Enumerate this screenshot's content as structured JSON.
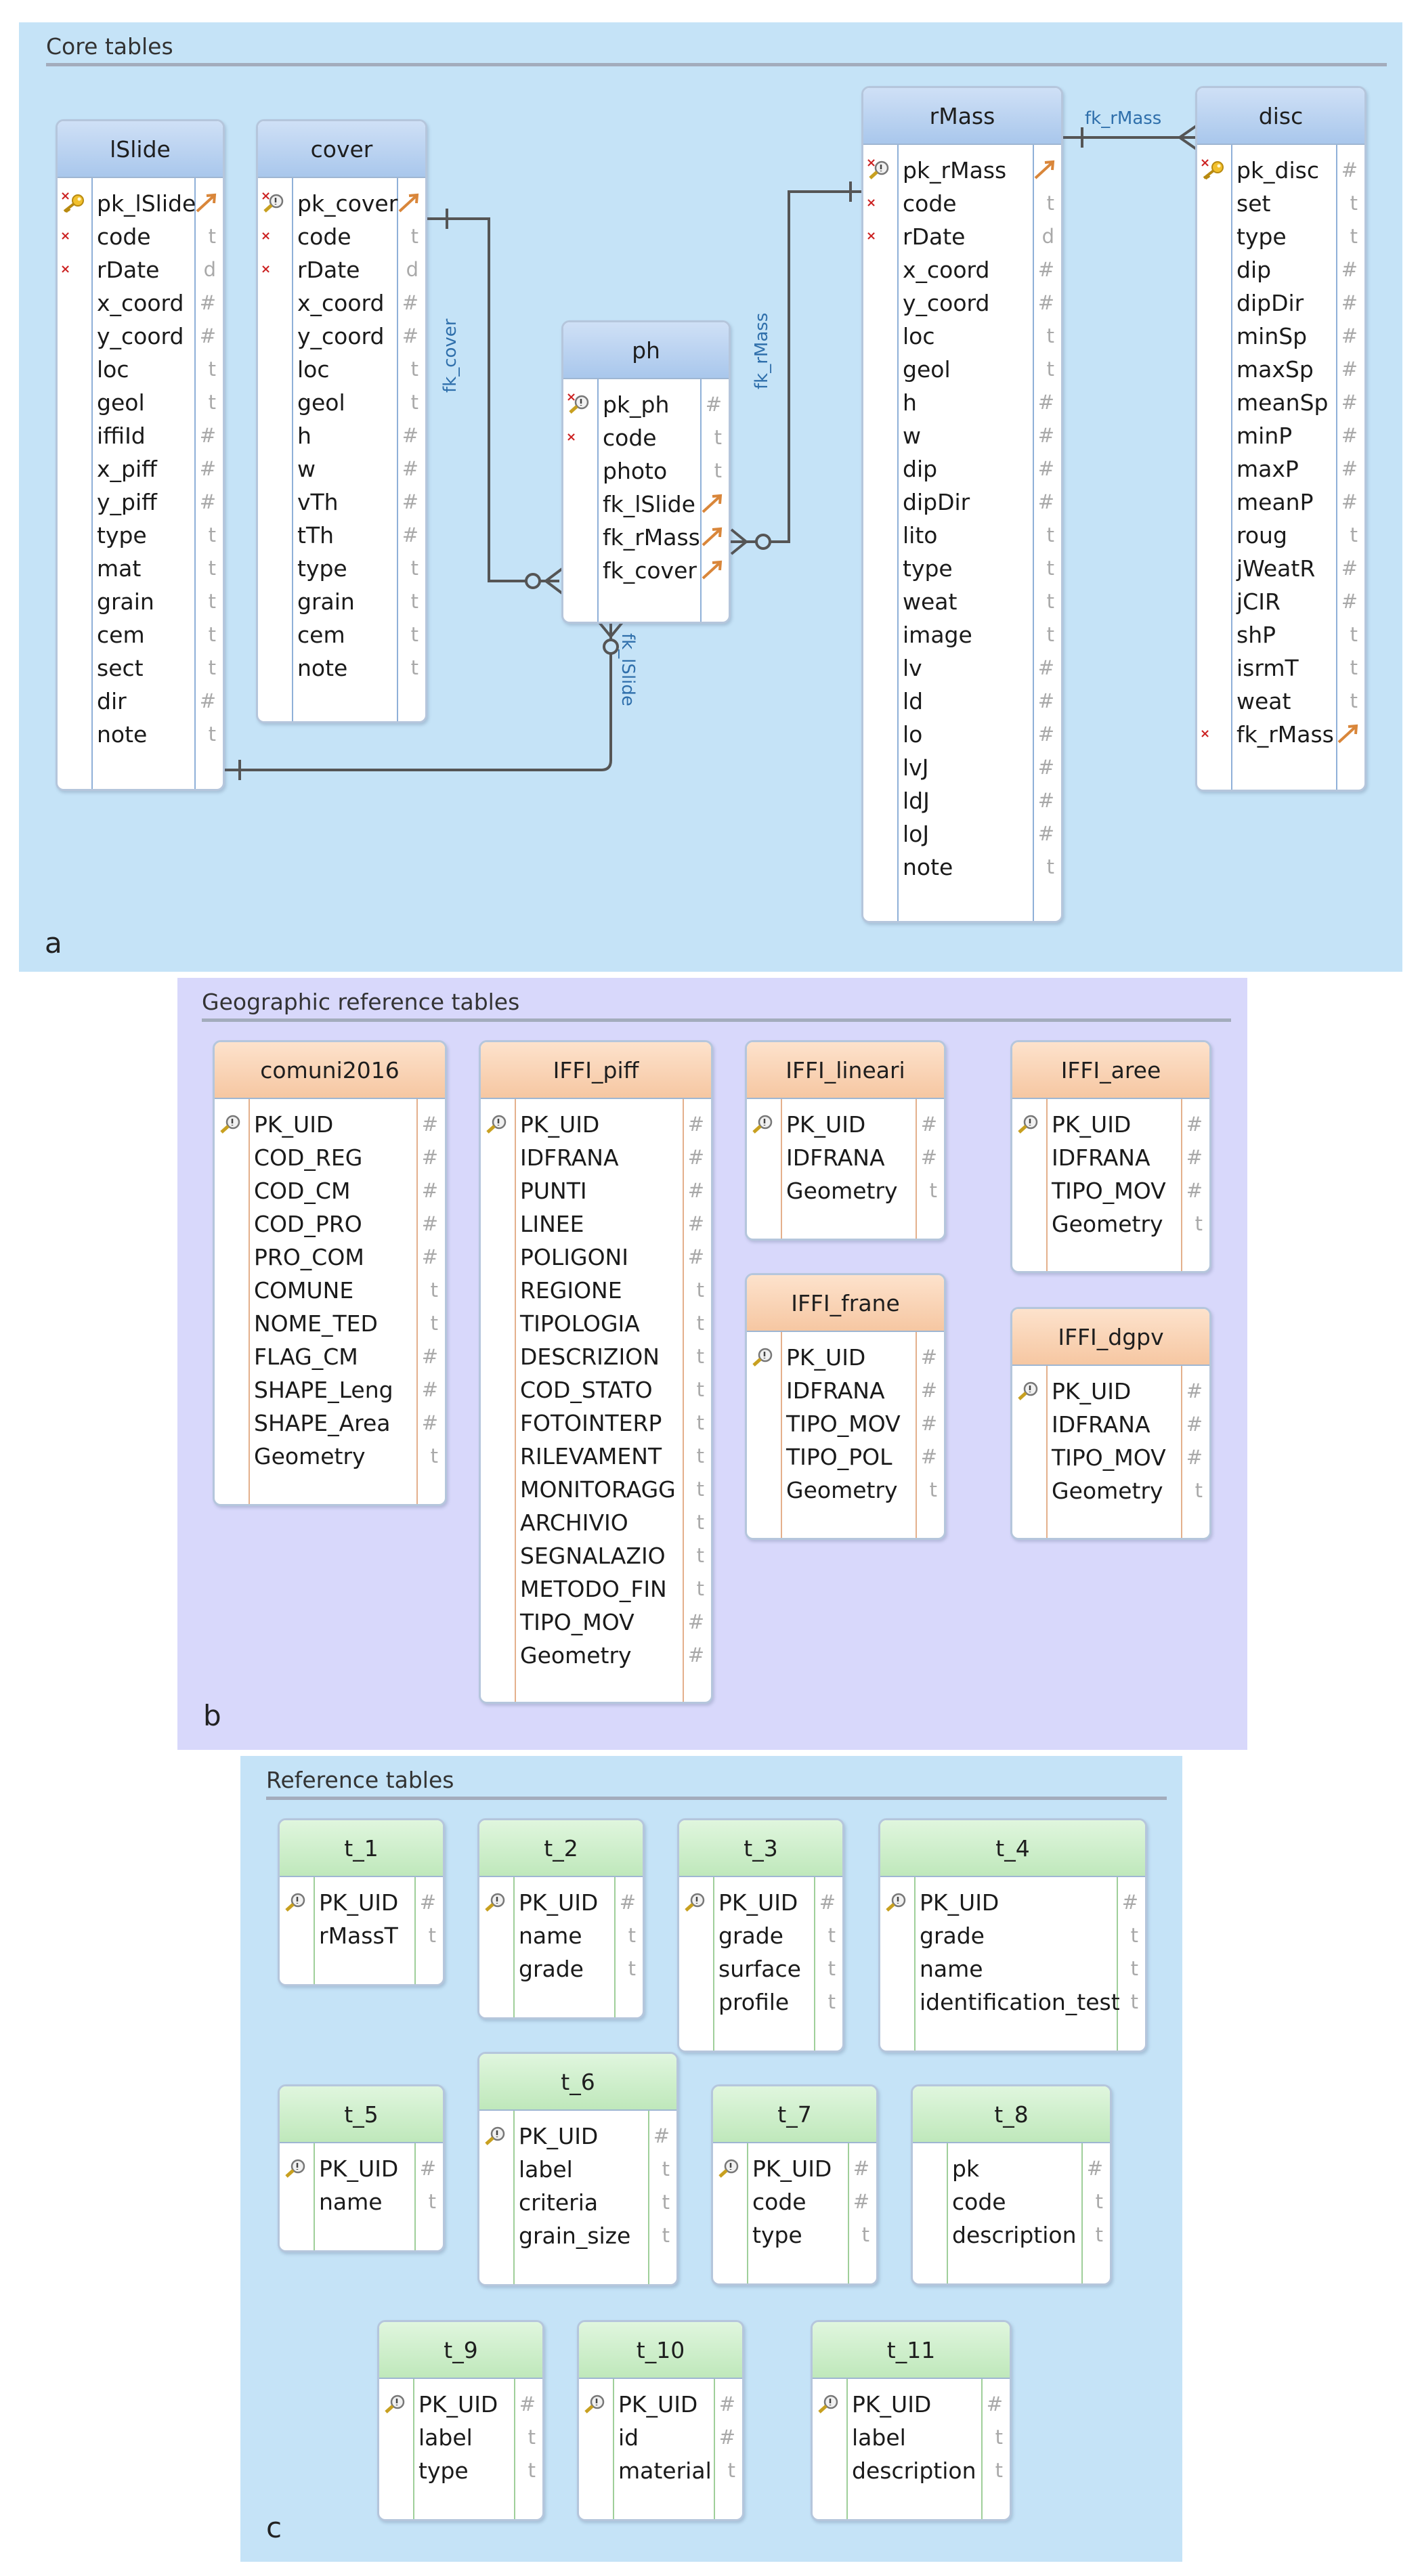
{
  "colors": {
    "panel_core": "#c5e3f7",
    "panel_geo": "#d8d8fb",
    "panel_ref": "#c5e3f7",
    "line": "#555555",
    "label": "#2f6fab"
  },
  "panels": {
    "a": {
      "title": "Core tables",
      "letter": "a"
    },
    "b": {
      "title": "Geographic reference tables",
      "letter": "b"
    },
    "c": {
      "title": "Reference tables",
      "letter": "c"
    }
  },
  "tables": {
    "lslide": {
      "name": "lSlide",
      "fields": [
        {
          "n": "pk_lSlide",
          "t": "",
          "pk": "key",
          "nn": true,
          "fk": true
        },
        {
          "n": "code",
          "t": "t",
          "nn": true
        },
        {
          "n": "rDate",
          "t": "d",
          "nn": true
        },
        {
          "n": "x_coord",
          "t": "#"
        },
        {
          "n": "y_coord",
          "t": "#"
        },
        {
          "n": "loc",
          "t": "t"
        },
        {
          "n": "geol",
          "t": "t"
        },
        {
          "n": "iffiId",
          "t": "#"
        },
        {
          "n": "x_piff",
          "t": "#"
        },
        {
          "n": "y_piff",
          "t": "#"
        },
        {
          "n": "type",
          "t": "t"
        },
        {
          "n": "mat",
          "t": "t"
        },
        {
          "n": "grain",
          "t": "t"
        },
        {
          "n": "cem",
          "t": "t"
        },
        {
          "n": "sect",
          "t": "t"
        },
        {
          "n": "dir",
          "t": "#"
        },
        {
          "n": "note",
          "t": "t"
        }
      ]
    },
    "cover": {
      "name": "cover",
      "fields": [
        {
          "n": "pk_cover",
          "t": "",
          "pk": "lens",
          "nn": true,
          "fk": true
        },
        {
          "n": "code",
          "t": "t",
          "nn": true
        },
        {
          "n": "rDate",
          "t": "d",
          "nn": true
        },
        {
          "n": "x_coord",
          "t": "#"
        },
        {
          "n": "y_coord",
          "t": "#"
        },
        {
          "n": "loc",
          "t": "t"
        },
        {
          "n": "geol",
          "t": "t"
        },
        {
          "n": "h",
          "t": "#"
        },
        {
          "n": "w",
          "t": "#"
        },
        {
          "n": "vTh",
          "t": "#"
        },
        {
          "n": "tTh",
          "t": "#"
        },
        {
          "n": "type",
          "t": "t"
        },
        {
          "n": "grain",
          "t": "t"
        },
        {
          "n": "cem",
          "t": "t"
        },
        {
          "n": "note",
          "t": "t"
        }
      ]
    },
    "ph": {
      "name": "ph",
      "fields": [
        {
          "n": "pk_ph",
          "t": "#",
          "pk": "lens",
          "nn": true
        },
        {
          "n": "code",
          "t": "t",
          "nn": true
        },
        {
          "n": "photo",
          "t": "t"
        },
        {
          "n": "fk_lSlide",
          "t": "",
          "fk": true
        },
        {
          "n": "fk_rMass",
          "t": "",
          "fk": true
        },
        {
          "n": "fk_cover",
          "t": "",
          "fk": true
        }
      ]
    },
    "rmass": {
      "name": "rMass",
      "fields": [
        {
          "n": "pk_rMass",
          "t": "",
          "pk": "lens",
          "nn": true,
          "fk": true
        },
        {
          "n": "code",
          "t": "t",
          "nn": true
        },
        {
          "n": "rDate",
          "t": "d",
          "nn": true
        },
        {
          "n": "x_coord",
          "t": "#"
        },
        {
          "n": "y_coord",
          "t": "#"
        },
        {
          "n": "loc",
          "t": "t"
        },
        {
          "n": "geol",
          "t": "t"
        },
        {
          "n": "h",
          "t": "#"
        },
        {
          "n": "w",
          "t": "#"
        },
        {
          "n": "dip",
          "t": "#"
        },
        {
          "n": "dipDir",
          "t": "#"
        },
        {
          "n": "lito",
          "t": "t"
        },
        {
          "n": "type",
          "t": "t"
        },
        {
          "n": "weat",
          "t": "t"
        },
        {
          "n": "image",
          "t": "t"
        },
        {
          "n": "lv",
          "t": "#"
        },
        {
          "n": "ld",
          "t": "#"
        },
        {
          "n": "lo",
          "t": "#"
        },
        {
          "n": "lvJ",
          "t": "#"
        },
        {
          "n": "ldJ",
          "t": "#"
        },
        {
          "n": "loJ",
          "t": "#"
        },
        {
          "n": "note",
          "t": "t"
        }
      ]
    },
    "disc": {
      "name": "disc",
      "fields": [
        {
          "n": "pk_disc",
          "t": "#",
          "pk": "key",
          "nn": true
        },
        {
          "n": "set",
          "t": "t"
        },
        {
          "n": "type",
          "t": "t"
        },
        {
          "n": "dip",
          "t": "#"
        },
        {
          "n": "dipDir",
          "t": "#"
        },
        {
          "n": "minSp",
          "t": "#"
        },
        {
          "n": "maxSp",
          "t": "#"
        },
        {
          "n": "meanSp",
          "t": "#"
        },
        {
          "n": "minP",
          "t": "#"
        },
        {
          "n": "maxP",
          "t": "#"
        },
        {
          "n": "meanP",
          "t": "#"
        },
        {
          "n": "roug",
          "t": "t"
        },
        {
          "n": "jWeatR",
          "t": "#"
        },
        {
          "n": "jCIR",
          "t": "#"
        },
        {
          "n": "shP",
          "t": "t"
        },
        {
          "n": "isrmT",
          "t": "t"
        },
        {
          "n": "weat",
          "t": "t"
        },
        {
          "n": "fk_rMass",
          "t": "",
          "fk": true,
          "nn": true
        }
      ]
    },
    "comuni2016": {
      "name": "comuni2016",
      "fields": [
        {
          "n": "PK_UID",
          "t": "#",
          "pk": "lens"
        },
        {
          "n": "COD_REG",
          "t": "#"
        },
        {
          "n": "COD_CM",
          "t": "#"
        },
        {
          "n": "COD_PRO",
          "t": "#"
        },
        {
          "n": "PRO_COM",
          "t": "#"
        },
        {
          "n": "COMUNE",
          "t": "t"
        },
        {
          "n": "NOME_TED",
          "t": "t"
        },
        {
          "n": "FLAG_CM",
          "t": "#"
        },
        {
          "n": "SHAPE_Leng",
          "t": "#"
        },
        {
          "n": "SHAPE_Area",
          "t": "#"
        },
        {
          "n": "Geometry",
          "t": "t"
        }
      ]
    },
    "iffi_piff": {
      "name": "IFFI_piff",
      "fields": [
        {
          "n": "PK_UID",
          "t": "#",
          "pk": "lens"
        },
        {
          "n": "IDFRANA",
          "t": "#"
        },
        {
          "n": "PUNTI",
          "t": "#"
        },
        {
          "n": "LINEE",
          "t": "#"
        },
        {
          "n": "POLIGONI",
          "t": "#"
        },
        {
          "n": "REGIONE",
          "t": "t"
        },
        {
          "n": "TIPOLOGIA",
          "t": "t"
        },
        {
          "n": "DESCRIZION",
          "t": "t"
        },
        {
          "n": "COD_STATO",
          "t": "t"
        },
        {
          "n": "FOTOINTERP",
          "t": "t"
        },
        {
          "n": "RILEVAMENT",
          "t": "t"
        },
        {
          "n": "MONITORAGG",
          "t": "t"
        },
        {
          "n": "ARCHIVIO",
          "t": "t"
        },
        {
          "n": "SEGNALAZIO",
          "t": "t"
        },
        {
          "n": "METODO_FIN",
          "t": "t"
        },
        {
          "n": "TIPO_MOV",
          "t": "#"
        },
        {
          "n": "Geometry",
          "t": "#"
        }
      ]
    },
    "iffi_lineari": {
      "name": "IFFI_lineari",
      "fields": [
        {
          "n": "PK_UID",
          "t": "#",
          "pk": "lens"
        },
        {
          "n": "IDFRANA",
          "t": "#"
        },
        {
          "n": "Geometry",
          "t": "t"
        }
      ]
    },
    "iffi_frane": {
      "name": "IFFI_frane",
      "fields": [
        {
          "n": "PK_UID",
          "t": "#",
          "pk": "lens"
        },
        {
          "n": "IDFRANA",
          "t": "#"
        },
        {
          "n": "TIPO_MOV",
          "t": "#"
        },
        {
          "n": "TIPO_POL",
          "t": "#"
        },
        {
          "n": "Geometry",
          "t": "t"
        }
      ]
    },
    "iffi_aree": {
      "name": "IFFI_aree",
      "fields": [
        {
          "n": "PK_UID",
          "t": "#",
          "pk": "lens"
        },
        {
          "n": "IDFRANA",
          "t": "#"
        },
        {
          "n": "TIPO_MOV",
          "t": "#"
        },
        {
          "n": "Geometry",
          "t": "t"
        }
      ]
    },
    "iffi_dgpv": {
      "name": "IFFI_dgpv",
      "fields": [
        {
          "n": "PK_UID",
          "t": "#",
          "pk": "lens"
        },
        {
          "n": "IDFRANA",
          "t": "#"
        },
        {
          "n": "TIPO_MOV",
          "t": "#"
        },
        {
          "n": "Geometry",
          "t": "t"
        }
      ]
    },
    "t1": {
      "name": "t_1",
      "fields": [
        {
          "n": "PK_UID",
          "t": "#",
          "pk": "lens"
        },
        {
          "n": "rMassT",
          "t": "t"
        }
      ]
    },
    "t2": {
      "name": "t_2",
      "fields": [
        {
          "n": "PK_UID",
          "t": "#",
          "pk": "lens"
        },
        {
          "n": "name",
          "t": "t"
        },
        {
          "n": "grade",
          "t": "t"
        }
      ]
    },
    "t3": {
      "name": "t_3",
      "fields": [
        {
          "n": "PK_UID",
          "t": "#",
          "pk": "lens"
        },
        {
          "n": "grade",
          "t": "t"
        },
        {
          "n": "surface",
          "t": "t"
        },
        {
          "n": "profile",
          "t": "t"
        }
      ]
    },
    "t4": {
      "name": "t_4",
      "fields": [
        {
          "n": "PK_UID",
          "t": "#",
          "pk": "lens"
        },
        {
          "n": "grade",
          "t": "t"
        },
        {
          "n": "name",
          "t": "t"
        },
        {
          "n": "identification_test",
          "t": "t"
        }
      ]
    },
    "t5": {
      "name": "t_5",
      "fields": [
        {
          "n": "PK_UID",
          "t": "#",
          "pk": "lens"
        },
        {
          "n": "name",
          "t": "t"
        }
      ]
    },
    "t6": {
      "name": "t_6",
      "fields": [
        {
          "n": "PK_UID",
          "t": "#",
          "pk": "lens"
        },
        {
          "n": "label",
          "t": "t"
        },
        {
          "n": "criteria",
          "t": "t"
        },
        {
          "n": "grain_size",
          "t": "t"
        }
      ]
    },
    "t7": {
      "name": "t_7",
      "fields": [
        {
          "n": "PK_UID",
          "t": "#",
          "pk": "lens"
        },
        {
          "n": "code",
          "t": "#"
        },
        {
          "n": "type",
          "t": "t"
        }
      ]
    },
    "t8": {
      "name": "t_8",
      "fields": [
        {
          "n": "pk",
          "t": "#"
        },
        {
          "n": "code",
          "t": "t"
        },
        {
          "n": "description",
          "t": "t"
        }
      ]
    },
    "t9": {
      "name": "t_9",
      "fields": [
        {
          "n": "PK_UID",
          "t": "#",
          "pk": "lens"
        },
        {
          "n": "label",
          "t": "t"
        },
        {
          "n": "type",
          "t": "t"
        }
      ]
    },
    "t10": {
      "name": "t_10",
      "fields": [
        {
          "n": "PK_UID",
          "t": "#",
          "pk": "lens"
        },
        {
          "n": "id",
          "t": "#"
        },
        {
          "n": "material",
          "t": "t"
        }
      ]
    },
    "t11": {
      "name": "t_11",
      "fields": [
        {
          "n": "PK_UID",
          "t": "#",
          "pk": "lens"
        },
        {
          "n": "label",
          "t": "t"
        },
        {
          "n": "description",
          "t": "t"
        }
      ]
    }
  },
  "relations": {
    "fk_cover": "fk_cover",
    "fk_rMass_ph": "fk_rMass",
    "fk_rMass_disc": "fk_rMass",
    "fk_lSlide": "fk_lSlide"
  }
}
